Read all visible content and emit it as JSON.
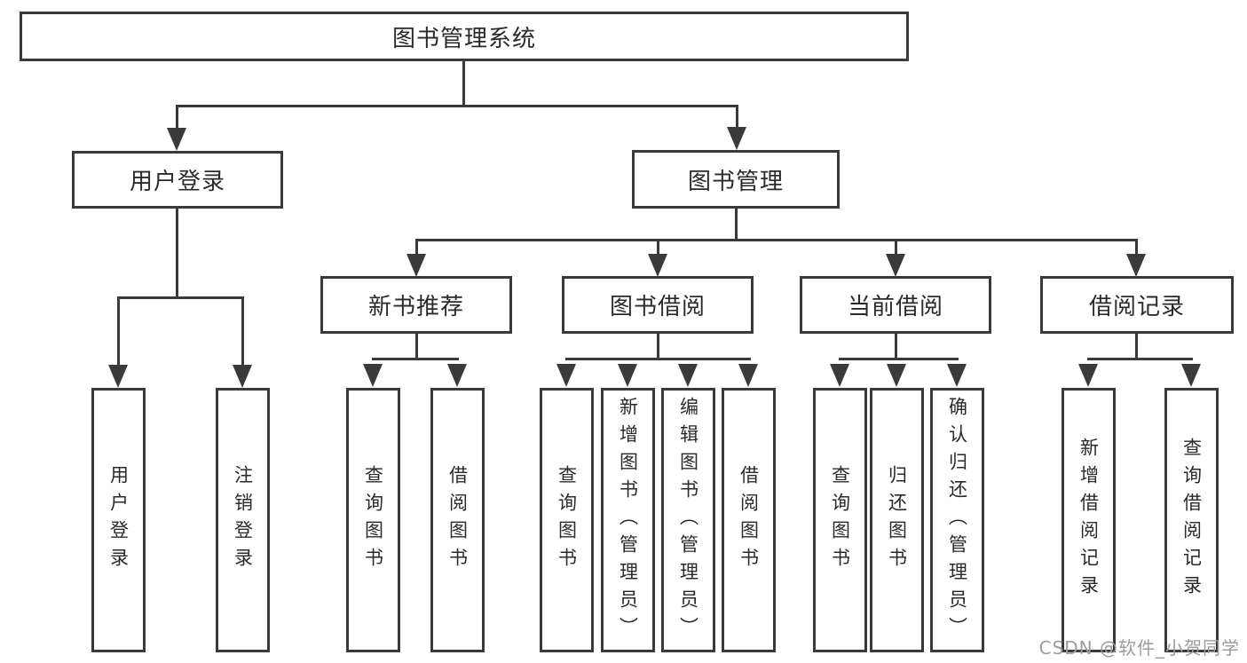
{
  "colors": {
    "line": "#3a3a3a",
    "text": "#2a2a2a",
    "bg": "#ffffff",
    "watermark": "#9b9ba0"
  },
  "diagram": {
    "root": {
      "label": "图书管理系统"
    },
    "level2": [
      {
        "label": "用户登录"
      },
      {
        "label": "图书管理"
      }
    ],
    "level3": [
      {
        "label": "新书推荐"
      },
      {
        "label": "图书借阅"
      },
      {
        "label": "当前借阅"
      },
      {
        "label": "借阅记录"
      }
    ],
    "leaves": {
      "user_login": [
        "用户登录",
        "注销登录"
      ],
      "new_books": [
        "查询图书",
        "借阅图书"
      ],
      "book_borrow": [
        "查询图书",
        "新增图书（管理员）",
        "编辑图书（管理员）",
        "借阅图书"
      ],
      "current_borrow": [
        "查询图书",
        "归还图书",
        "确认归还（管理员）"
      ],
      "borrow_records": [
        "新增借阅记录",
        "查询借阅记录"
      ]
    }
  },
  "watermark": {
    "text": "CSDN @软件_小贺同学"
  }
}
